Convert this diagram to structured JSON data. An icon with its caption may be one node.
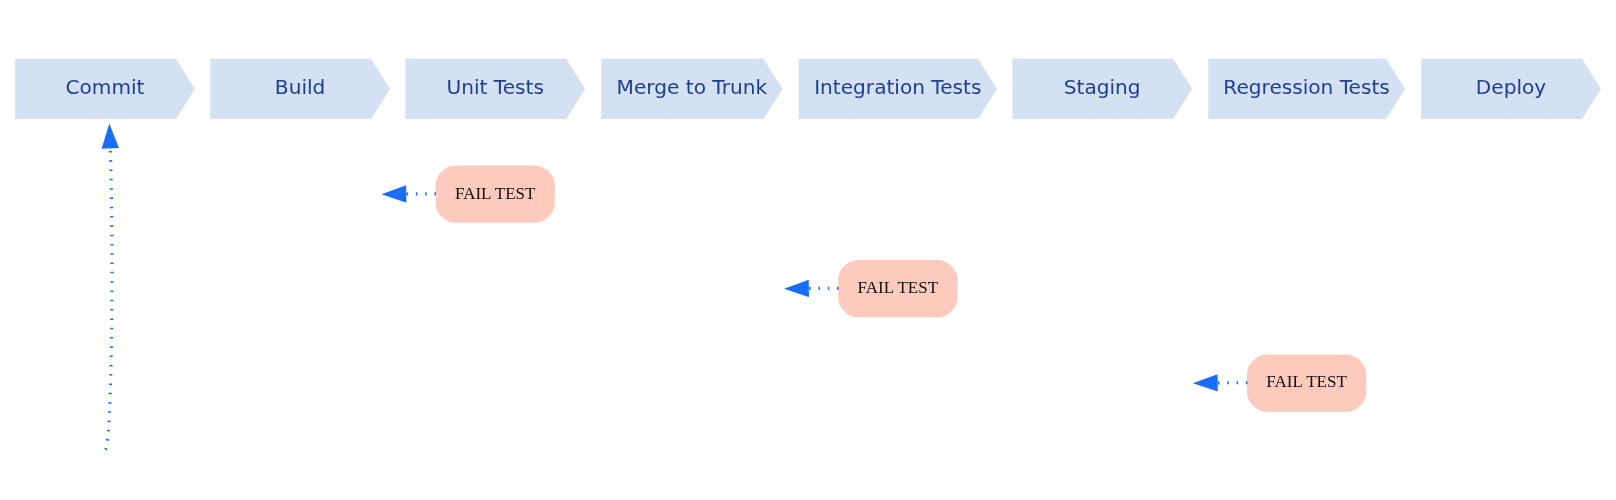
{
  "diagram": {
    "nodes": [
      {
        "text": [
          "Commit"
        ]
      },
      {
        "text": [
          "Build"
        ]
      },
      {
        "text": [
          "Unit Tests"
        ]
      },
      {
        "text": [
          "Merge to Trunk"
        ]
      },
      {
        "text": [
          "Integration Tests"
        ]
      },
      {
        "text": [
          "Staging"
        ]
      },
      {
        "text": [
          "Regression Tests"
        ]
      },
      {
        "text": [
          "Deploy"
        ]
      },
      {
        "text": [
          "FAIL TEST"
        ]
      },
      {
        "text": [
          "FAIL TEST"
        ]
      },
      {
        "text": [
          "FAIL TEST"
        ]
      }
    ],
    "edges": [
      {
        "from": null,
        "to": 0,
        "arrow": "to",
        "style": "dashed"
      },
      {
        "from": 8,
        "to": null,
        "arrow": "to",
        "style": "dashed"
      },
      {
        "from": 9,
        "to": null,
        "arrow": "to",
        "style": "dashed"
      },
      {
        "from": 10,
        "to": null,
        "arrow": "to",
        "style": "dashed"
      }
    ]
  }
}
